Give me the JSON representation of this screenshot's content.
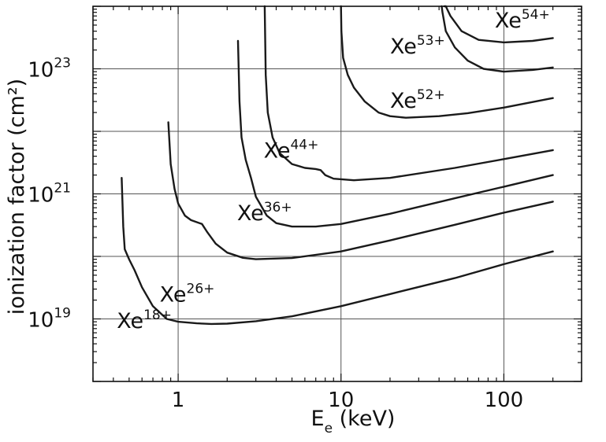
{
  "chart_data": {
    "type": "line",
    "title": "",
    "xlabel_main": "E",
    "xlabel_sub": "e",
    "xlabel_unit": " (keV)",
    "ylabel": "ionization factor (cm²)",
    "xscale": "log",
    "yscale": "log",
    "xlim": [
      0.3,
      300
    ],
    "ylim": [
      1e+18,
      1e+24
    ],
    "grid": true,
    "x_ticks": [
      {
        "value": 1,
        "label": "1"
      },
      {
        "value": 10,
        "label": "10"
      },
      {
        "value": 100,
        "label": "100"
      }
    ],
    "y_ticks": [
      {
        "value": 1e+19,
        "base": "10",
        "exp": "19"
      },
      {
        "value": 1e+21,
        "base": "10",
        "exp": "21"
      },
      {
        "value": 1e+23,
        "base": "10",
        "exp": "23"
      }
    ],
    "y_grid_values": [
      1e+19,
      1e+20,
      1e+21,
      1e+22,
      1e+23
    ],
    "series": [
      {
        "ion": "Xe",
        "charge": "18+",
        "points": [
          [
            0.45,
            1.8e+21
          ],
          [
            0.46,
            3e+20
          ],
          [
            0.47,
            1.3e+20
          ],
          [
            0.5,
            9e+19
          ],
          [
            0.54,
            6e+19
          ],
          [
            0.6,
            3.2e+19
          ],
          [
            0.7,
            1.6e+19
          ],
          [
            0.85,
            1e+19
          ],
          [
            1.0,
            9e+18
          ],
          [
            1.3,
            8.5e+18
          ],
          [
            1.6,
            8.3e+18
          ],
          [
            2.0,
            8.4e+18
          ],
          [
            3.0,
            9.2e+18
          ],
          [
            5,
            1.1e+19
          ],
          [
            10,
            1.6e+19
          ],
          [
            20,
            2.5e+19
          ],
          [
            50,
            4.5e+19
          ],
          [
            100,
            7.5e+19
          ],
          [
            200,
            1.2e+20
          ]
        ]
      },
      {
        "ion": "Xe",
        "charge": "26+",
        "points": [
          [
            0.87,
            1.4e+22
          ],
          [
            0.9,
            3e+21
          ],
          [
            0.95,
            1.2e+21
          ],
          [
            1.0,
            7e+20
          ],
          [
            1.1,
            4.5e+20
          ],
          [
            1.2,
            3.8e+20
          ],
          [
            1.4,
            3.3e+20
          ],
          [
            1.5,
            2.5e+20
          ],
          [
            1.7,
            1.6e+20
          ],
          [
            2.0,
            1.15e+20
          ],
          [
            2.5,
            9.5e+19
          ],
          [
            3.0,
            9e+19
          ],
          [
            5,
            9.4e+19
          ],
          [
            10,
            1.2e+20
          ],
          [
            20,
            1.8e+20
          ],
          [
            50,
            3.2e+20
          ],
          [
            100,
            5e+20
          ],
          [
            200,
            7.5e+20
          ]
        ]
      },
      {
        "ion": "Xe",
        "charge": "36+",
        "points": [
          [
            2.33,
            2.8e+23
          ],
          [
            2.38,
            3e+22
          ],
          [
            2.45,
            8e+21
          ],
          [
            2.6,
            3.5e+21
          ],
          [
            2.8,
            1.8e+21
          ],
          [
            3.0,
            9e+20
          ],
          [
            3.5,
            4.5e+20
          ],
          [
            4.0,
            3.4e+20
          ],
          [
            5,
            3e+20
          ],
          [
            7,
            3e+20
          ],
          [
            10,
            3.3e+20
          ],
          [
            20,
            4.8e+20
          ],
          [
            50,
            8.5e+20
          ],
          [
            100,
            1.3e+21
          ],
          [
            200,
            2e+21
          ]
        ]
      },
      {
        "ion": "Xe",
        "charge": "44+",
        "points": [
          [
            3.4,
            1.1e+24
          ],
          [
            3.45,
            8e+22
          ],
          [
            3.55,
            2e+22
          ],
          [
            3.8,
            8e+21
          ],
          [
            4.2,
            4.5e+21
          ],
          [
            5,
            3e+21
          ],
          [
            6,
            2.6e+21
          ],
          [
            7,
            2.5e+21
          ],
          [
            7.5,
            2.4e+21
          ],
          [
            8,
            2e+21
          ],
          [
            9,
            1.75e+21
          ],
          [
            12,
            1.65e+21
          ],
          [
            20,
            1.8e+21
          ],
          [
            50,
            2.6e+21
          ],
          [
            100,
            3.6e+21
          ],
          [
            200,
            5e+21
          ]
        ]
      },
      {
        "ion": "Xe",
        "charge": "52+",
        "points": [
          [
            10.0,
            1.5e+24
          ],
          [
            10.05,
            4e+23
          ],
          [
            10.3,
            1.5e+23
          ],
          [
            11,
            8e+22
          ],
          [
            12,
            5e+22
          ],
          [
            14,
            3e+22
          ],
          [
            17,
            2e+22
          ],
          [
            20,
            1.75e+22
          ],
          [
            25,
            1.65e+22
          ],
          [
            40,
            1.75e+22
          ],
          [
            60,
            1.95e+22
          ],
          [
            100,
            2.4e+22
          ],
          [
            200,
            3.4e+22
          ]
        ]
      },
      {
        "ion": "Xe",
        "charge": "53+",
        "points": [
          [
            41.5,
            1.5e+24
          ],
          [
            42,
            8e+23
          ],
          [
            44,
            4e+23
          ],
          [
            50,
            2.2e+23
          ],
          [
            60,
            1.35e+23
          ],
          [
            75,
            1e+23
          ],
          [
            100,
            9e+22
          ],
          [
            150,
            9.6e+22
          ],
          [
            200,
            1.05e+23
          ]
        ]
      },
      {
        "ion": "Xe",
        "charge": "54+",
        "points": [
          [
            43,
            1.5e+24
          ],
          [
            44,
            1.2e+24
          ],
          [
            47,
            7e+23
          ],
          [
            55,
            4e+23
          ],
          [
            70,
            2.9e+23
          ],
          [
            100,
            2.65e+23
          ],
          [
            150,
            2.8e+23
          ],
          [
            200,
            3.1e+23
          ]
        ]
      }
    ],
    "label_positions_data": [
      {
        "x": 0.42,
        "y": 7.2e+18
      },
      {
        "x": 0.77,
        "y": 1.9e+19
      },
      {
        "x": 2.3,
        "y": 3.8e+20
      },
      {
        "x": 3.35,
        "y": 3.8e+21
      },
      {
        "x": 20,
        "y": 2.4e+22
      },
      {
        "x": 20,
        "y": 1.75e+23
      },
      {
        "x": 88,
        "y": 4.6e+23
      }
    ]
  }
}
